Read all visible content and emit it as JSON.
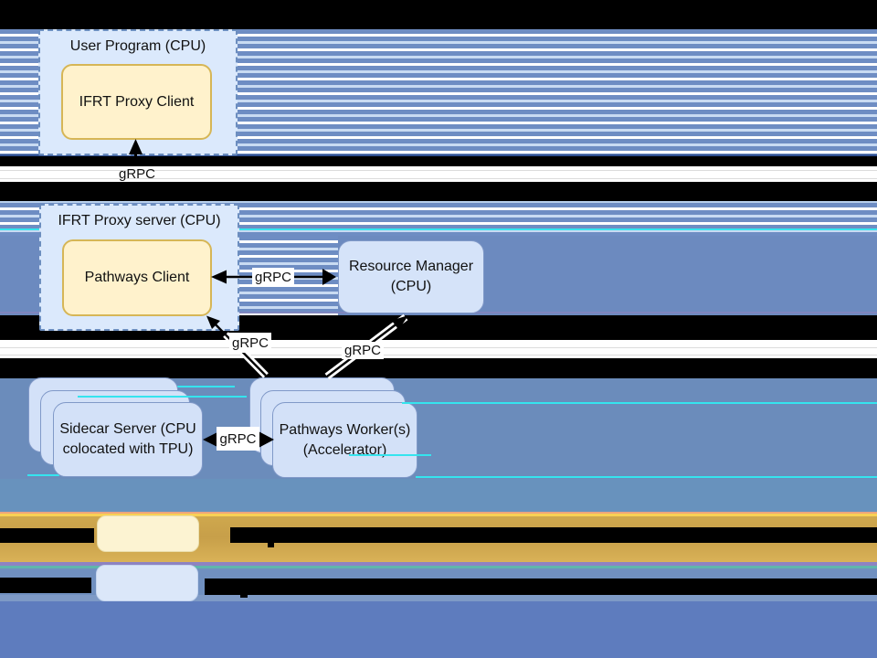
{
  "diagram": {
    "user_program": {
      "title": "User Program (CPU)",
      "inner": "IFRT Proxy Client"
    },
    "proxy_server": {
      "title": "IFRT Proxy server (CPU)",
      "inner": "Pathways Client"
    },
    "resource_manager": {
      "line1": "Resource Manager",
      "line2": "(CPU)"
    },
    "sidecar_server": {
      "line1": "Sidecar Server (CPU",
      "line2": "colocated with TPU)"
    },
    "pathways_worker": {
      "line1": "Pathways Worker(s)",
      "line2": "(Accelerator)"
    },
    "grpc_labels": {
      "proxy_client_link": "gRPC",
      "rm_client_link": "gRPC",
      "worker_client_link": "gRPC",
      "worker_rm_link": "gRPC",
      "sidecar_worker_link": "gRPC"
    }
  },
  "legend": {
    "rows": [
      {
        "swatch": "#fcf3d2",
        "label_redacted": true
      },
      {
        "swatch": "#dbe7f9",
        "label_redacted": true
      }
    ]
  },
  "colors": {
    "stripe_blue": "#6e8dc3",
    "stripe_pale": "#c9dbf2",
    "slate_mid": "#6c8abf",
    "slate_lower": "#6b8cbb",
    "bottom_blue": "#5e7cbe",
    "gold_band": "#d0a850",
    "bright_yellow_line": "#f8d155",
    "salmon_line": "#eda57c",
    "purple_line": "#8d83c2",
    "teal_line": "#5fb6ab",
    "container_fill": "#dbe9fc",
    "container_border": "#6c8ebf",
    "yellow_fill": "#fff2cc",
    "yellow_border": "#d6b656",
    "blue_fill": "#d3e1f8",
    "blue_border": "#8099c8",
    "glitch_cyan": "#35e4ee"
  }
}
